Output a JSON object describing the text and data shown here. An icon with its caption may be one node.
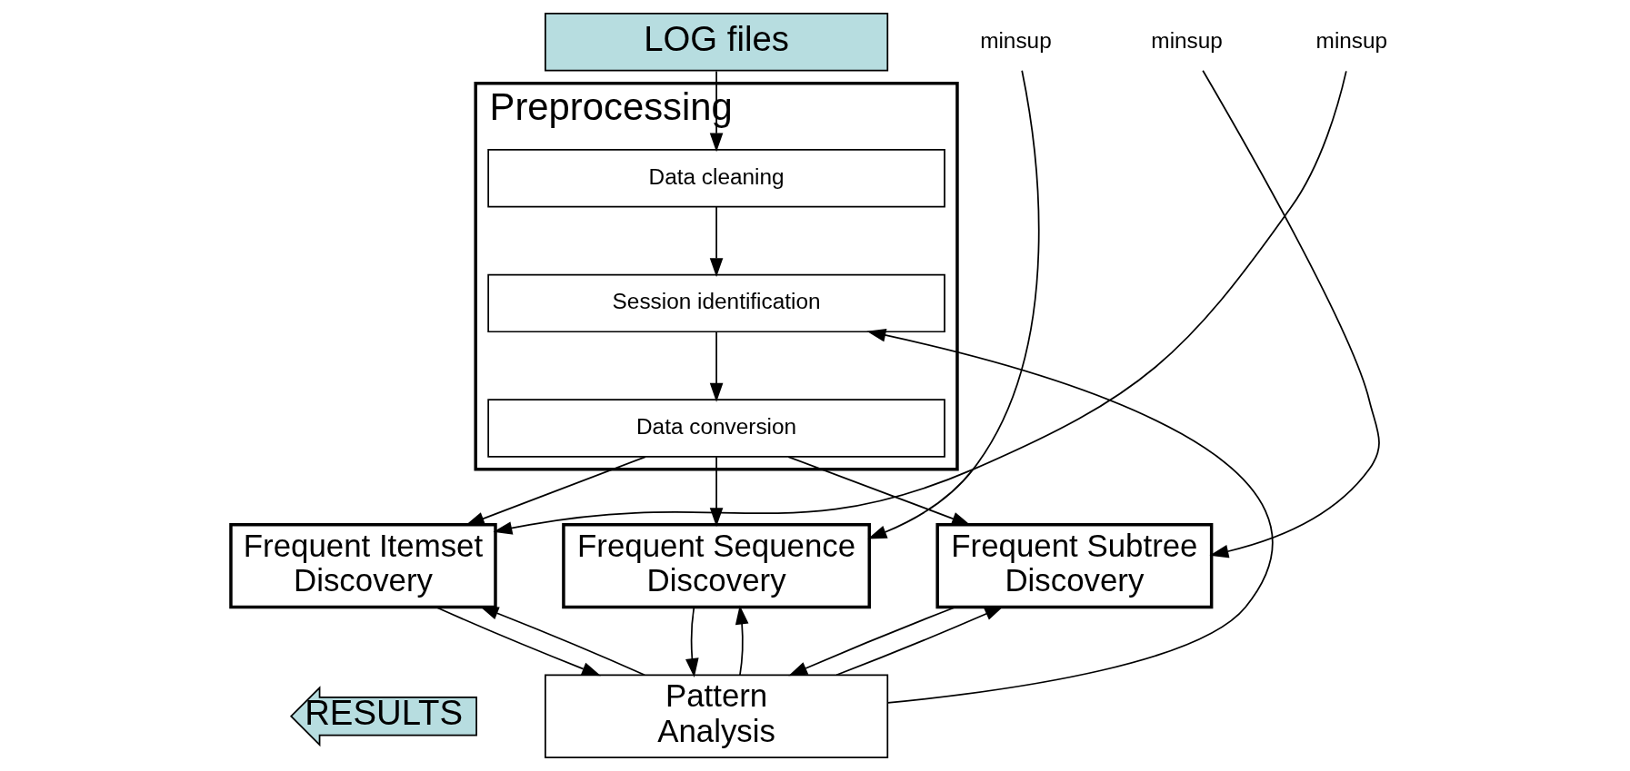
{
  "diagram": {
    "nodes": [
      {
        "text": [
          "LOG files"
        ]
      },
      {
        "text": [
          "Preprocessing"
        ]
      },
      {
        "text": [
          "Data cleaning"
        ],
        "in": 1
      },
      {
        "text": [
          "Session identification"
        ],
        "in": 1
      },
      {
        "text": [
          "Data conversion"
        ],
        "in": 1
      },
      {
        "text": [
          "Frequent Itemset Discovery"
        ]
      },
      {
        "text": [
          "Frequent Sequence Discovery"
        ]
      },
      {
        "text": [
          "Frequent Subtree Discovery"
        ]
      },
      {
        "text": [
          "Pattern Analysis"
        ]
      },
      {
        "text": [
          "RESULTS"
        ]
      },
      {
        "text": [
          "minsup"
        ]
      },
      {
        "text": [
          "minsup"
        ]
      },
      {
        "text": [
          "minsup"
        ]
      }
    ],
    "edges": [
      {
        "from": 0,
        "to": 2,
        "arrow": "to"
      },
      {
        "from": 2,
        "to": 3,
        "arrow": "to"
      },
      {
        "from": 3,
        "to": 4,
        "arrow": "to"
      },
      {
        "from": 4,
        "to": 5,
        "arrow": "to"
      },
      {
        "from": 4,
        "to": 6,
        "arrow": "to"
      },
      {
        "from": 4,
        "to": 7,
        "arrow": "to"
      },
      {
        "from": 10,
        "to": 5,
        "arrow": "to"
      },
      {
        "from": 11,
        "to": 6,
        "arrow": "to"
      },
      {
        "from": 12,
        "to": 7,
        "arrow": "to"
      },
      {
        "from": 5,
        "to": 8,
        "arrow": "to"
      },
      {
        "from": 8,
        "to": 5,
        "arrow": "to"
      },
      {
        "from": 6,
        "to": 8,
        "arrow": "to"
      },
      {
        "from": 8,
        "to": 6,
        "arrow": "to"
      },
      {
        "from": 7,
        "to": 8,
        "arrow": "to"
      },
      {
        "from": 8,
        "to": 7,
        "arrow": "to"
      },
      {
        "from": 8,
        "to": 3,
        "arrow": "to"
      }
    ]
  }
}
